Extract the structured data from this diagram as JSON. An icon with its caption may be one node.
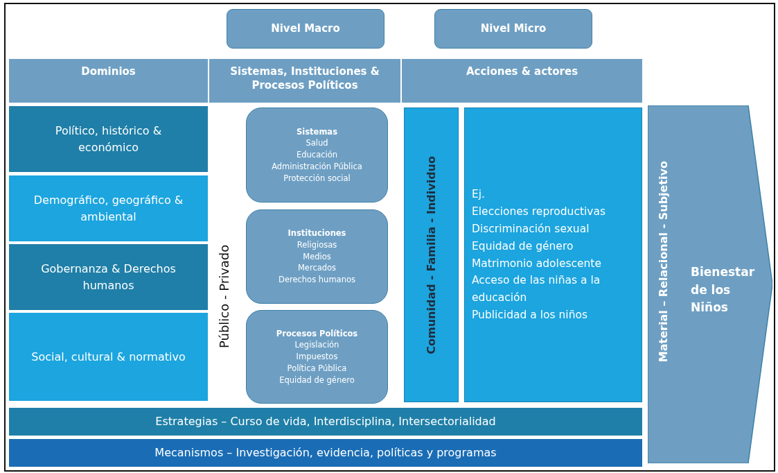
{
  "diagram": {
    "nodes": [
      {
        "text": [
          "Nivel Macro"
        ]
      },
      {
        "text": [
          "Nivel Micro"
        ]
      },
      {
        "text": [
          "Dominios"
        ]
      },
      {
        "text": [
          "Sistemas, Instituciones & Procesos Políticos"
        ]
      },
      {
        "text": [
          "Acciones & actores"
        ]
      },
      {
        "text": [
          "Político, histórico & económico"
        ]
      },
      {
        "text": [
          "Demográfico, geográfico & ambiental"
        ]
      },
      {
        "text": [
          "Gobernanza & Derechos humanos"
        ]
      },
      {
        "text": [
          "Social, cultural & normativo"
        ]
      },
      {
        "text": [
          "Sistemas",
          "Salud",
          "Educación",
          "Administración Pública",
          "Protección social"
        ]
      },
      {
        "text": [
          "Instituciones",
          "Religiosas",
          "Medios",
          "Mercados",
          "Derechos humanos"
        ]
      },
      {
        "text": [
          "Procesos Políticos",
          "Legislación",
          "Impuestos",
          "Política Pública",
          "Equidad de género"
        ]
      },
      {
        "text": [
          "Comunidad - Familia - Individuo"
        ]
      },
      {
        "text": [
          "Ej.",
          "Elecciones reproductivas",
          "Discriminación sexual",
          "Equidad de género",
          "Matrimonio adolescente",
          "Acceso de las niñas a la educación",
          "Publicidad a los niños"
        ]
      },
      {
        "text": [
          "Material – Relacional - Subjetivo",
          "Bienestar de los Niños"
        ]
      },
      {
        "text": [
          "Estrategias – Curso de vida, Interdisciplina, Intersectorialidad"
        ]
      },
      {
        "text": [
          "Mecanismos – Investigación, evidencia, políticas y programas"
        ]
      }
    ],
    "edges": [],
    "labels": [
      "Público - Privado"
    ]
  }
}
